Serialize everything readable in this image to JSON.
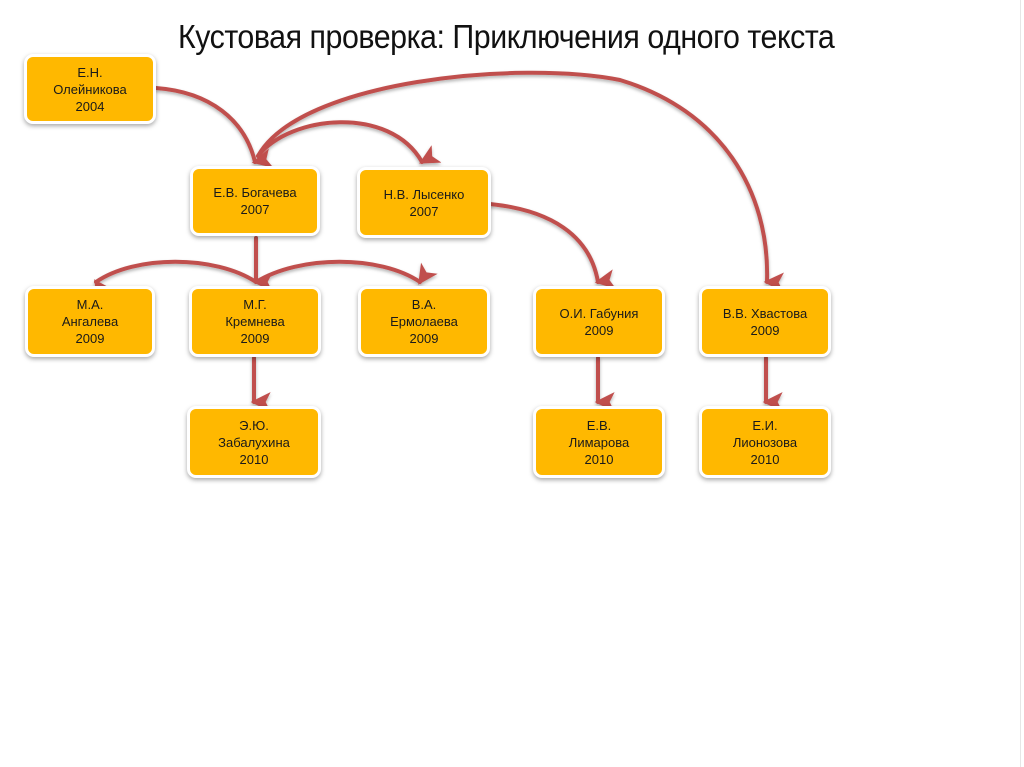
{
  "title": "Кустовая проверка: Приключения одного текста",
  "colors": {
    "node_fill": "#FFB800",
    "arrow": "#C0504D"
  },
  "nodes": [
    {
      "id": "oleinikova",
      "lines": [
        "Е.Н.",
        "Олейникова",
        "2004"
      ]
    },
    {
      "id": "bogacheva",
      "lines": [
        "Е.В. Богачева",
        "2007"
      ]
    },
    {
      "id": "lysenko",
      "lines": [
        "Н.В. Лысенко",
        "2007"
      ]
    },
    {
      "id": "angaleva",
      "lines": [
        "М.А.",
        "Ангалева",
        "2009"
      ]
    },
    {
      "id": "kremneva",
      "lines": [
        "М.Г.",
        "Кремнева",
        "2009"
      ]
    },
    {
      "id": "ermolaeva",
      "lines": [
        "В.А.",
        "Ермолаева",
        "2009"
      ]
    },
    {
      "id": "gabuniya",
      "lines": [
        "О.И. Габуния",
        "2009"
      ]
    },
    {
      "id": "khvastova",
      "lines": [
        "В.В. Хвастова",
        "2009"
      ]
    },
    {
      "id": "zabaluhina",
      "lines": [
        "Э.Ю.",
        "Забалухина",
        "2010"
      ]
    },
    {
      "id": "limarova",
      "lines": [
        "Е.В.",
        "Лимарова",
        "2010"
      ]
    },
    {
      "id": "lionozova",
      "lines": [
        "Е.И.",
        "Лионозова",
        "2010"
      ]
    }
  ],
  "edges": [
    {
      "from": "oleinikova",
      "to": "bogacheva"
    },
    {
      "from": "bogacheva",
      "to": "lysenko"
    },
    {
      "from": "bogacheva",
      "to": "khvastova"
    },
    {
      "from": "bogacheva",
      "to": "angaleva"
    },
    {
      "from": "bogacheva",
      "to": "kremneva"
    },
    {
      "from": "bogacheva",
      "to": "ermolaeva"
    },
    {
      "from": "lysenko",
      "to": "gabuniya"
    },
    {
      "from": "kremneva",
      "to": "zabaluhina"
    },
    {
      "from": "gabuniya",
      "to": "limarova"
    },
    {
      "from": "khvastova",
      "to": "lionozova"
    }
  ]
}
